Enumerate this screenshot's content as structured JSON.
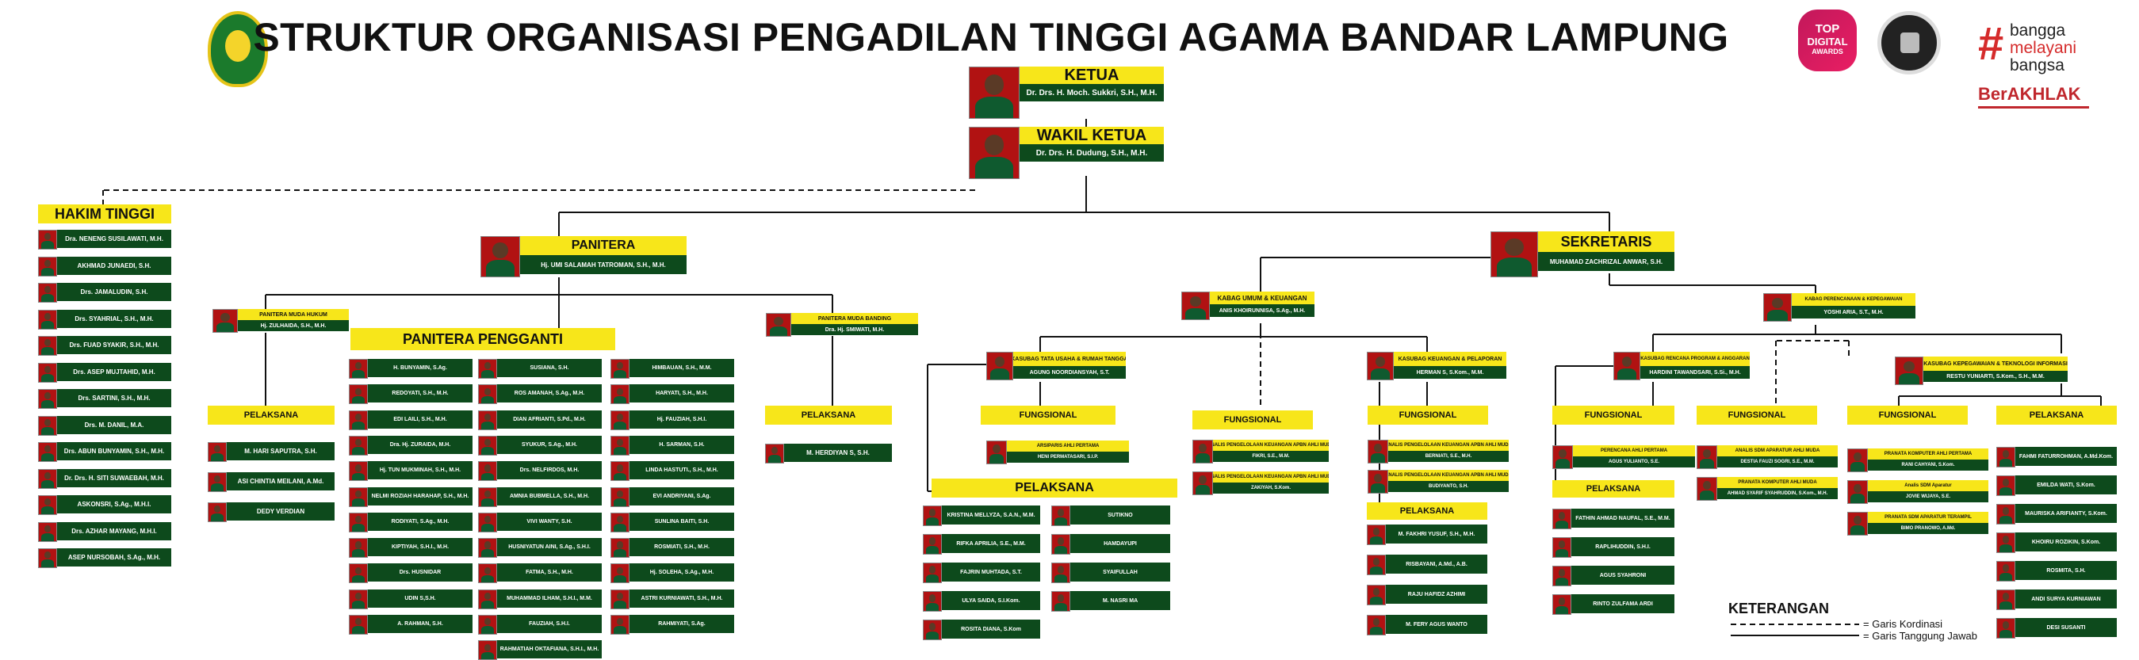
{
  "header": {
    "title": "STRUKTUR ORGANISASI PENGADILAN TINGGI AGAMA BANDAR LAMPUNG",
    "logos": {
      "top_digital": [
        "TOP",
        "DIGITAL",
        "AWARDS"
      ],
      "bangga": [
        "bangga",
        "melayani",
        "bangsa"
      ],
      "berakhlak": "BerAKHLAK"
    }
  },
  "ketua": {
    "title": "KETUA",
    "name": "Dr. Drs. H. Moch. Sukkri, S.H., M.H."
  },
  "wakil": {
    "title": "WAKIL KETUA",
    "name": "Dr. Drs. H. Dudung, S.H., M.H."
  },
  "hakim": {
    "title": "HAKIM TINGGI",
    "items": [
      "Dra. NENENG SUSILAWATI, M.H.",
      "AKHMAD JUNAEDI, S.H.",
      "Drs. JAMALUDIN, S.H.",
      "Drs. SYAHRIAL, S.H., M.H.",
      "Drs. FUAD SYAKIR, S.H., M.H.",
      "Drs. ASEP MUJTAHID, M.H.",
      "Drs. SARTINI, S.H., M.H.",
      "Drs. M. DANIL, M.A.",
      "Drs. ABUN BUNYAMIN, S.H., M.H.",
      "Dr. Drs. H. SITI SUWAEBAH, M.H.",
      "ASKONSRI, S.Ag., M.H.I.",
      "Drs. AZHAR MAYANG, M.H.I.",
      "ASEP NURSOBAH, S.Ag., M.H."
    ]
  },
  "panitera": {
    "title": "PANITERA",
    "name": "Hj. UMI SALAMAH TATROMAN, S.H., M.H.",
    "muda_hukum": {
      "title": "PANITERA MUDA HUKUM",
      "name": "Hj. ZULHAIDA, S.H., M.H."
    },
    "muda_banding": {
      "title": "PANITERA MUDA BANDING",
      "name": "Dra. Hj. SMIWATI, M.H."
    },
    "pelaksana_label": "PELAKSANA",
    "pelaksana_hukum": [
      "M. HARI SAPUTRA, S.H.",
      "ASI CHINTIA MEILANI, A.Md.",
      "DEDY VERDIAN"
    ],
    "pelaksana_banding": [
      "M. HERDIYAN S, S.H."
    ],
    "pengganti": {
      "title": "PANITERA PENGGANTI",
      "col1": [
        "H. BUNYAMIN, S.Ag.",
        "REDOYATI, S.H., M.H.",
        "EDI LAILI, S.H., M.H.",
        "Dra. Hj. ZURAIDA, M.H.",
        "Hj. TUN MUKMINAH, S.H., M.H.",
        "NELMI ROZIAH HARAHAP, S.H., M.H.",
        "RODIYATI, S.Ag., M.H.",
        "KIPTIYAH, S.H.I., M.H.",
        "Drs. HUSNIDAR",
        "UDIN S,S.H.",
        "A. RAHMAN, S.H."
      ],
      "col2": [
        "SUSIANA, S.H.",
        "ROS AMANAH, S.Ag., M.H.",
        "DIAN AFRIANTI, S.Pd., M.H.",
        "SYUKUR, S.Ag., M.H.",
        "Drs. NELFIRDOS, M.H.",
        "AMNIA BUBMELLA, S.H., M.H.",
        "VIVI WANTY, S.H.",
        "HUSNIYATUN AINI, S.Ag., S.H.I.",
        "FATMA, S.H., M.H.",
        "MUHAMMAD ILHAM, S.H.I., M.M.",
        "FAUZIAH, S.H.I.",
        "RAHMATIAH OKTAFIANA, S.H.I., M.H."
      ],
      "col3": [
        "HIMBAUAN, S.H., M.M.",
        "HARYATI, S.H., M.H.",
        "Hj. FAUZIAH, S.H.I.",
        "H. SARMAN, S.H.",
        "LINDA HASTUTI., S.H., M.H.",
        "EVI ANDRIYANI, S.Ag.",
        "SUNLINA BAITI, S.H.",
        "ROSMIATI, S.H., M.H.",
        "Hj. SOLEHA, S.Ag., M.H.",
        "ASTRI KURNIAWATI, S.H., M.H.",
        "RAHMIYATI, S.Ag."
      ]
    }
  },
  "sekretaris": {
    "title": "SEKRETARIS",
    "name": "MUHAMAD ZACHRIZAL ANWAR, S.H.",
    "kabag_umum": {
      "title": "KABAG UMUM & KEUANGAN",
      "name": "ANIS KHOIRUNNISA, S.Ag., M.H."
    },
    "kabag_perencanaan": {
      "title": "KABAG PERENCANAAN & KEPEGAWAIAN",
      "name": "YOSHI ARIA, S.T., M.H."
    },
    "kasubag_tu": {
      "title": "KASUBAG TATA USAHA & RUMAH TANGGA",
      "name": "AGUNG NOORDIANSYAH, S.T."
    },
    "kasubag_keu": {
      "title": "KASUBAG KEUANGAN & PELAPORAN",
      "name": "HERMAN S, S.Kom., M.M."
    },
    "kasubag_rencana": {
      "title": "KASUBAG RENCANA PROGRAM & ANGGARAN",
      "name": "HARDINI TAWANDSARI, S.Si., M.H."
    },
    "kasubag_kepeg": {
      "title": "KASUBAG KEPEGAWAIAN & TEKNOLOGI INFORMASI",
      "name": "RESTU YUNIARTI, S.Kom., S.H., M.M."
    },
    "fungsional_label": "FUNGSIONAL",
    "pelaksana_label": "PELAKSANA",
    "tu_fungsional": [
      {
        "title": "ARSIPARIS AHLI PERTAMA",
        "name": "HENI PERMATASARI, S.I.P."
      }
    ],
    "tu_pelaksana_left": [
      "KRISTINA MELLYZA, S.A.N., M.M.",
      "RIFKA APRILIA, S.E., M.M.",
      "FAJRIN MUHTADA, S.T.",
      "ULYA SAIDA, S.I.Kom.",
      "ROSITA DIANA, S.Kom"
    ],
    "tu_pelaksana_right": [
      "SUTIKNO",
      "HAMDAYUPI",
      "SYAIFULLAH",
      "M. NASRI MA"
    ],
    "mid_fungsional": [
      {
        "title": "ANALIS PENGELOLAAN KEUANGAN APBN AHLI MUDA",
        "name": "FIKRI, S.E., M.M."
      },
      {
        "title": "ANALIS PENGELOLAAN KEUANGAN APBN AHLI MUDA",
        "name": "ZAKIYAH, S.Kom."
      }
    ],
    "keu_fungsional": [
      {
        "title": "ANALIS PENGELOLAAN KEUANGAN APBN AHLI MUDA",
        "name": "BERNIATI, S.E., M.H."
      },
      {
        "title": "ANALIS PENGELOLAAN KEUANGAN APBN AHLI MUDA",
        "name": "BUDIYANTO, S.H."
      }
    ],
    "keu_pelaksana": [
      "M. FAKHRI YUSUF, S.H., M.H.",
      "RISBAYANI, A.Md., A.B.",
      "RAJU HAFIDZ AZHIMI",
      "M. FERY AGUS WANTO"
    ],
    "rencana_fungsional": [
      {
        "title": "PERENCANA AHLI PERTAMA",
        "name": "AGUS YULIANTO, S.E."
      }
    ],
    "rencana_pelaksana": [
      "FATHIN AHMAD NAUFAL, S.E., M.M.",
      "RAPLIHUDDIN, S.H.I.",
      "AGUS SYAHRONI",
      "RINTO ZULFAMA ARDI"
    ],
    "mid2_fungsional": [
      {
        "title": "ANALIS SDM APARATUR AHLI MUDA",
        "name": "DESTIA FAUZI SOGRI, S.E., M.M."
      },
      {
        "title": "PRANATA KOMPUTER AHLI MUDA",
        "name": "AHMAD SYARIF SYAHRUDDIN, S.Kom., M.H."
      }
    ],
    "kepeg_fungsional": [
      {
        "title": "PRANATA KOMPUTER AHLI PERTAMA",
        "name": "RANI CAHYANI, S.Kom."
      },
      {
        "title": "Analis SDM Aparatur",
        "name": "JOVIE WIJAYA, S.E."
      },
      {
        "title": "PRANATA SDM APARATUR TERAMPIL",
        "name": "BIMO PRANOWO, A.Md."
      }
    ],
    "kepeg_pelaksana": [
      "FAHMI FATURROHMAN, A.Md.Kom.",
      "EMILDA WATI, S.Kom.",
      "MAURISKA ARIFIANTY, S.Kom.",
      "KHOIRU ROZIKIN, S.Kom.",
      "ROSMITA, S.H.",
      "ANDI SURYA KURNIAWAN",
      "DESI SUSANTI"
    ]
  },
  "legend": {
    "title": "KETERANGAN",
    "dashed": "= Garis Kordinasi",
    "solid": "= Garis Tanggung Jawab"
  },
  "colors": {
    "yellow": "#f7e61a",
    "green": "#0d4a1c",
    "photo_bg": "#b11212"
  }
}
